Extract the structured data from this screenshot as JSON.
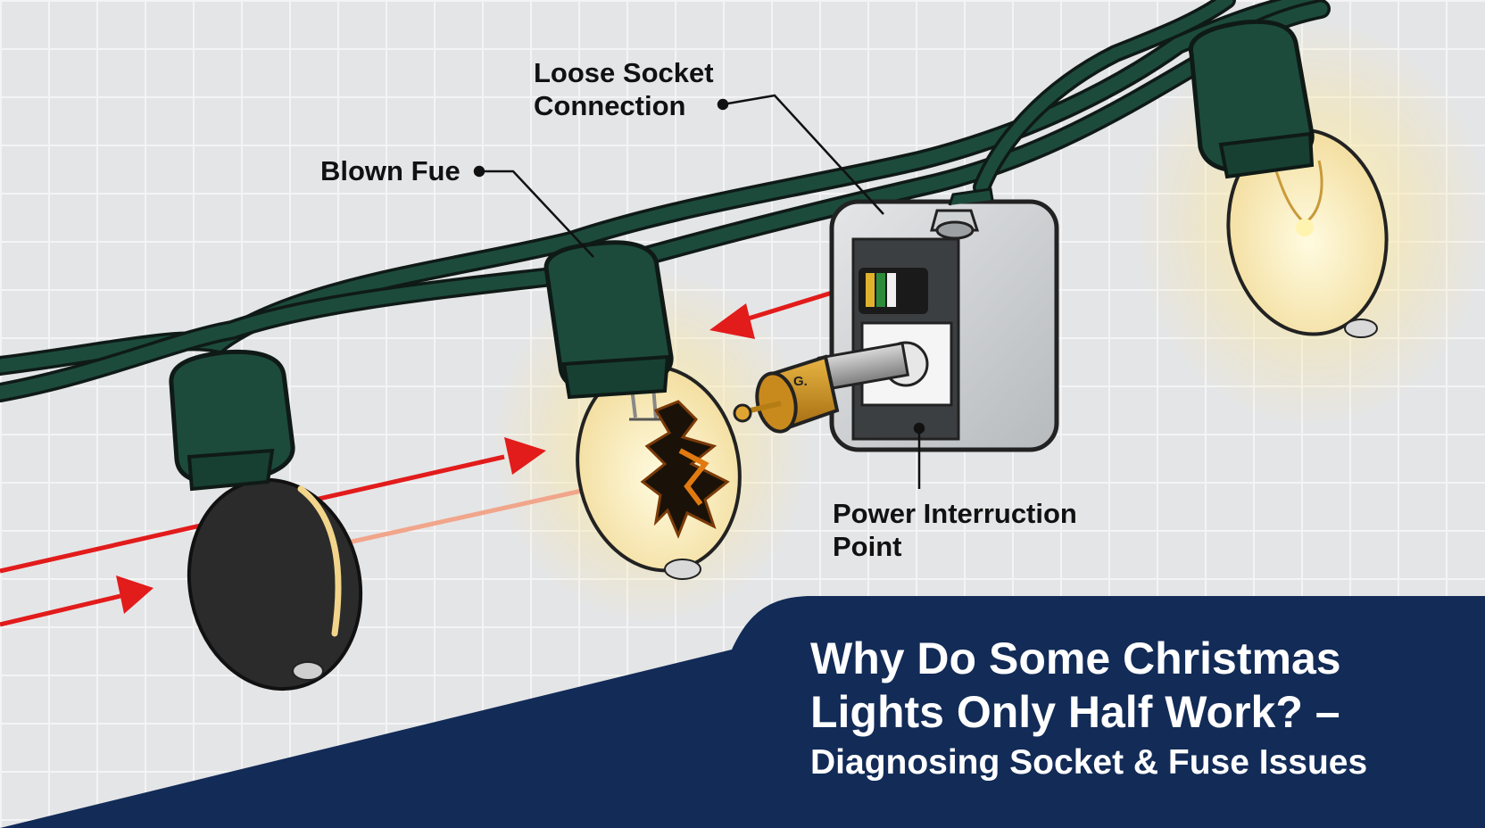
{
  "callouts": {
    "loose_socket": [
      "Loose Socket",
      "Connection"
    ],
    "blown_fuse": "Blown Fue",
    "power_interruption": [
      "Power Interruction",
      "Point"
    ]
  },
  "fuse_cap_text": "G.",
  "title": {
    "line1": "Why Do Some Christmas",
    "line2": "Lights Only Half Work? –",
    "line3": "Diagnosing Socket & Fuse Issues"
  },
  "colors": {
    "background": "#e4e5e7",
    "wire": "#1c4b3c",
    "arrow": "#e21b1b",
    "title_panel": "#122b57"
  }
}
